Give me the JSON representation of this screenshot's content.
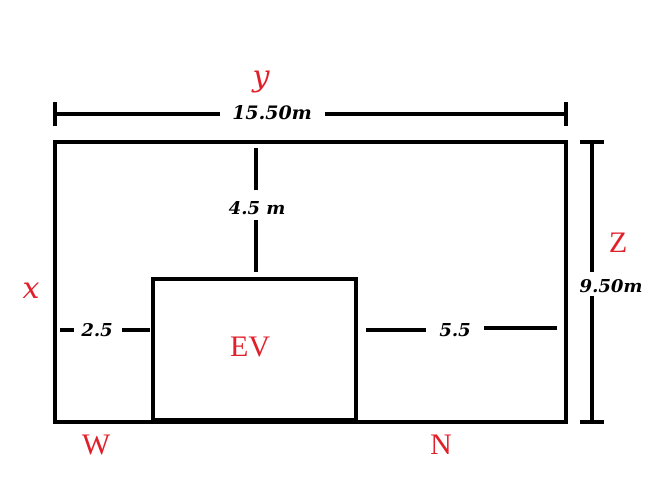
{
  "labels": {
    "y": "y",
    "x": "x",
    "z": "Z",
    "w": "W",
    "n": "N",
    "ev": "EV"
  },
  "dimensions": {
    "top_width": "15.50m",
    "right_height": "9.50m",
    "gap_top": "4.5 m",
    "gap_left": "2.5",
    "gap_right": "5.5"
  },
  "colors": {
    "lines": "#000000",
    "labels": "#e0202a"
  }
}
